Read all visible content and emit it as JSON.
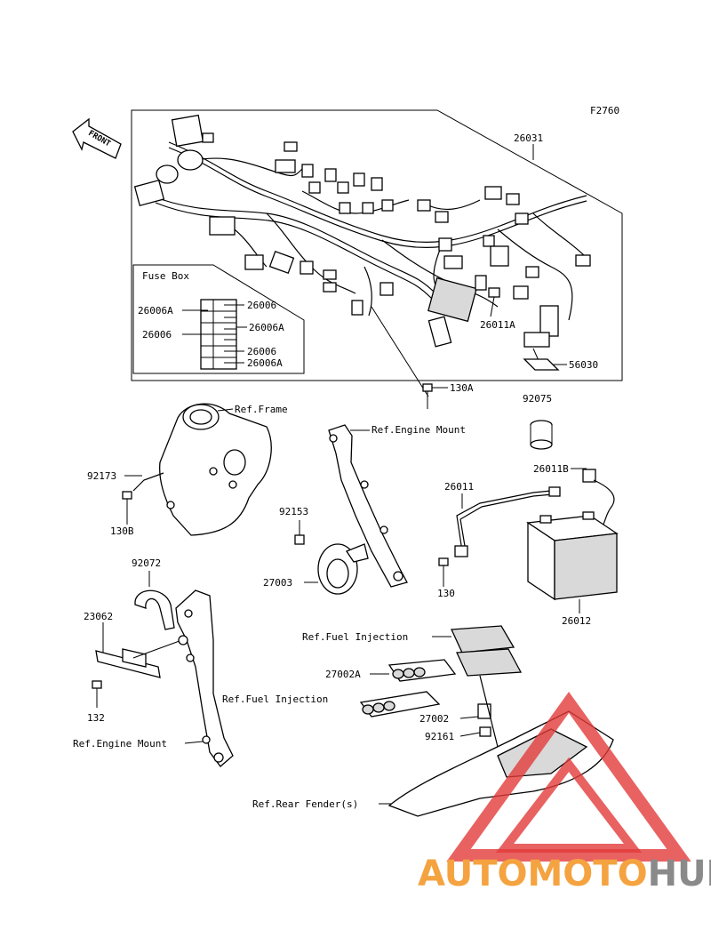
{
  "figure_code": "F2760",
  "front_label": "FRONT",
  "fuse_box_title": "Fuse Box",
  "labels": {
    "p26031": "26031",
    "p26006_a": "26006",
    "p26006A_left": "26006A",
    "p26006A_right": "26006A",
    "p26006_left": "26006",
    "p26006_b": "26006",
    "p26006A_bottom": "26006A",
    "p26011A": "26011A",
    "p56030": "56030",
    "p130A": "130A",
    "p92075": "92075",
    "ref_frame": "Ref.Frame",
    "ref_engine_mount_top": "Ref.Engine Mount",
    "p92173": "92173",
    "p130B": "130B",
    "p92153": "92153",
    "p27003": "27003",
    "p26011": "26011",
    "p26011B": "26011B",
    "p130": "130",
    "p26012": "26012",
    "p92072": "92072",
    "p23062": "23062",
    "p132": "132",
    "ref_engine_mount_bottom": "Ref.Engine Mount",
    "ref_fuel_injection_1": "Ref.Fuel Injection",
    "p27002A": "27002A",
    "ref_fuel_injection_2": "Ref.Fuel Injection",
    "p27002": "27002",
    "p92161": "92161",
    "ref_rear_fender": "Ref.Rear Fender(s)"
  },
  "watermark": {
    "part1": "AUTOMOTO",
    "part2": "HUB",
    "color_orange": "#f4a340",
    "color_gray": "#8a8a8a",
    "triangle_color": "#e23b3b"
  }
}
